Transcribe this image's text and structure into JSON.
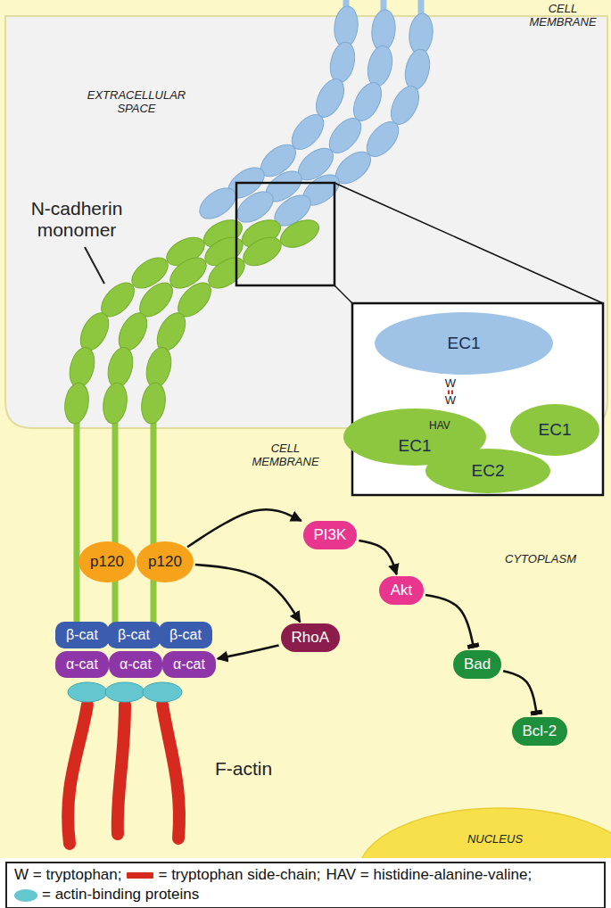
{
  "diagram": {
    "nodes": [
      {
        "text": [
          "EC1"
        ]
      },
      {
        "text": [
          "EC1"
        ]
      },
      {
        "text": [
          "EC1"
        ]
      },
      {
        "text": [
          "EC2"
        ]
      },
      {
        "text": [
          "p120"
        ]
      },
      {
        "text": [
          "p120"
        ]
      },
      {
        "text": [
          "PI3K"
        ]
      },
      {
        "text": [
          "β-cat"
        ]
      },
      {
        "text": [
          "β-cat"
        ]
      },
      {
        "text": [
          "β-cat"
        ]
      },
      {
        "text": [
          "α-cat"
        ]
      },
      {
        "text": [
          "α-cat"
        ]
      },
      {
        "text": [
          "α-cat"
        ]
      },
      {
        "text": [
          "RhoA"
        ]
      },
      {
        "text": [
          "Akt"
        ]
      },
      {
        "text": [
          "Bad"
        ]
      },
      {
        "text": [
          "Bcl-2"
        ]
      }
    ],
    "edges": [
      {
        "from": 5,
        "to": 6,
        "arrow": "to"
      },
      {
        "from": 5,
        "to": 13,
        "arrow": "to"
      },
      {
        "from": 6,
        "to": 14,
        "arrow": "to"
      },
      {
        "from": 14,
        "to": 15,
        "arrow": "to"
      },
      {
        "from": 15,
        "to": 16,
        "arrow": "to"
      },
      {
        "from": 13,
        "to": 12,
        "arrow": "to"
      }
    ],
    "labels": [
      "CELL MEMBRANE",
      "EXTRACELLULAR SPACE",
      "N-cadherin monomer",
      "W",
      "W",
      "HAV",
      "CELL MEMBRANE",
      "CYTOPLASM",
      "F-actin",
      "NUCLEUS",
      "W = tryptophan;",
      "HAV = histidine-alanine-valine;"
    ],
    "legend": [
      {
        "text": "= tryptophan side-chain;",
        "color": "#d72a1f"
      },
      {
        "text": "= actin-binding proteins",
        "color": "#64c7d0"
      }
    ]
  }
}
